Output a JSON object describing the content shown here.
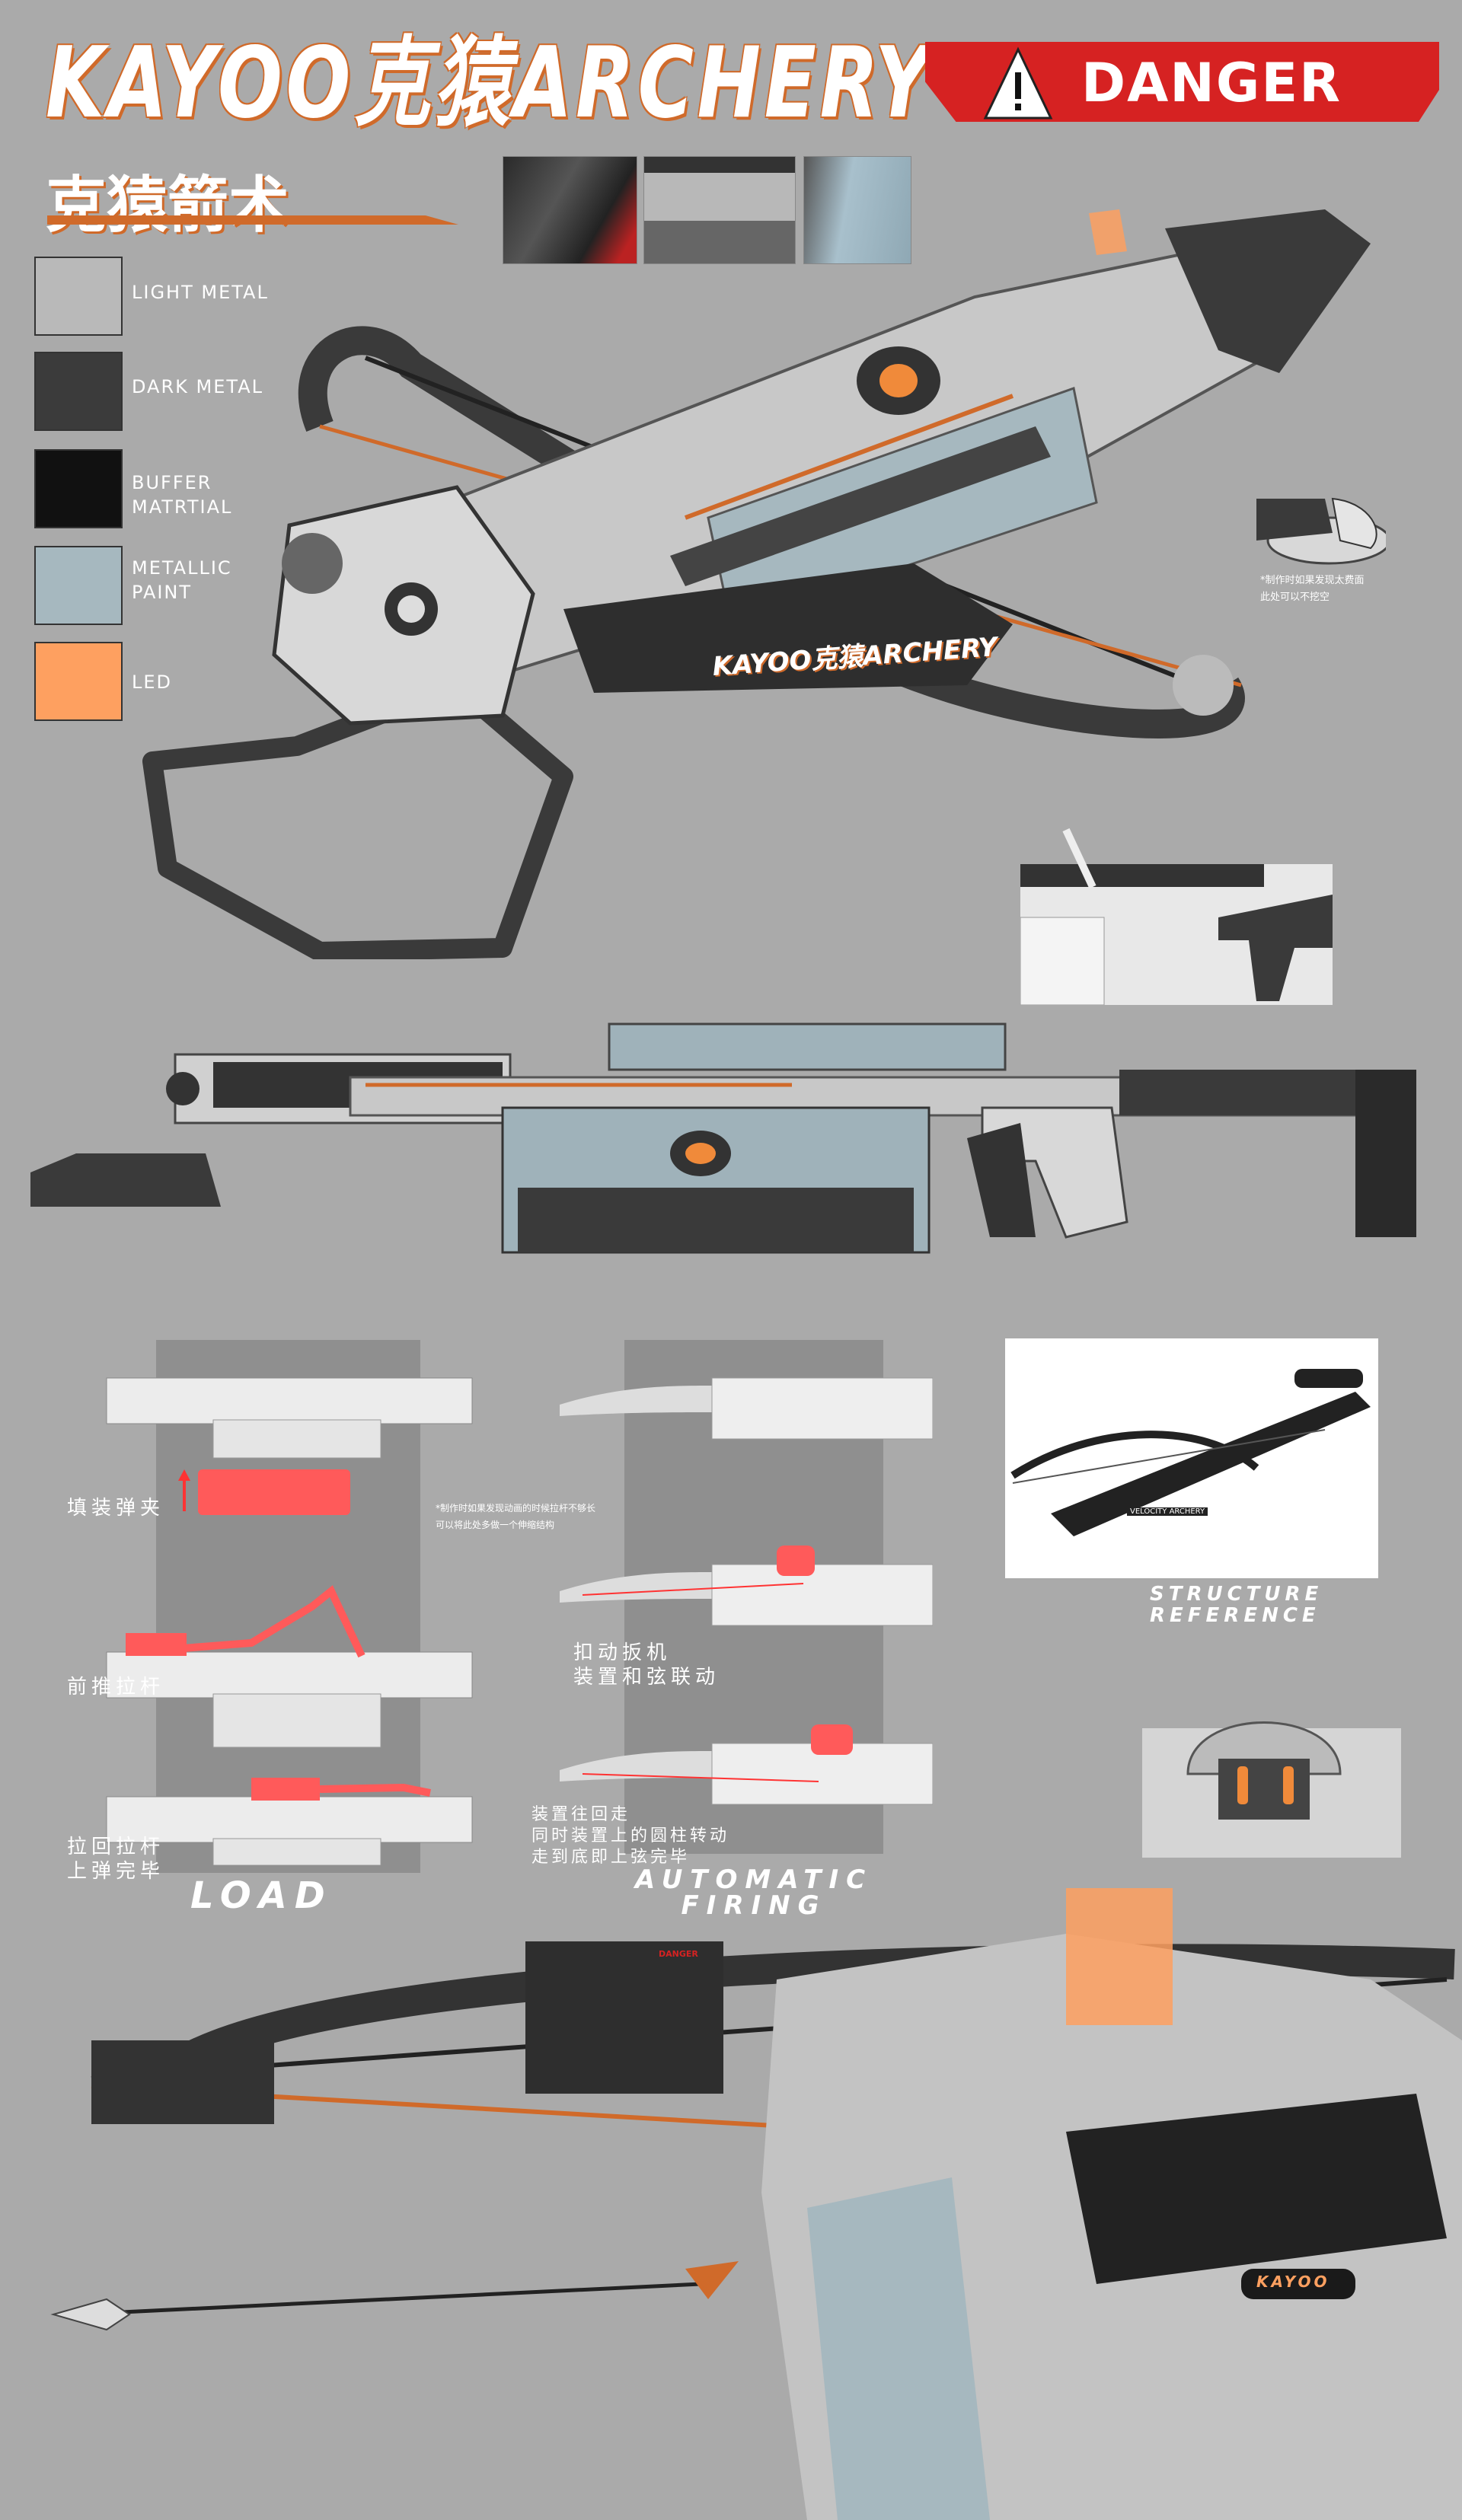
{
  "header": {
    "title": "KAYOO克猿ARCHERY",
    "danger_badge": "DANGER",
    "subtitle": "克猿箭术"
  },
  "colors": {
    "background": "#aaaaaa",
    "accent_orange": "#d06a2a",
    "danger_red": "#d62222",
    "mechanism_red": "#ff5a5a"
  },
  "materials": [
    {
      "label": "LIGHT METAL",
      "color": "#b9b9b9"
    },
    {
      "label": "DARK METAL",
      "color": "#3b3b3b"
    },
    {
      "label": "BUFFER MATRTIAL",
      "color": "#111111"
    },
    {
      "label": "METALLIC PAINT",
      "color": "#a6b8bf"
    },
    {
      "label": "LED",
      "color": "#fea060"
    }
  ],
  "main_render": {
    "brand_mark": "KAYOO克猿ARCHERY"
  },
  "detail_note": {
    "line1": "*制作时如果发现太费面",
    "line2": "此处可以不挖空"
  },
  "load": {
    "step1": "填装弹夹",
    "step2": "前推拉杆",
    "step3_line1": "拉回拉杆",
    "step3_line2": "上弹完毕",
    "note_line1": "*制作时如果发现动画的时候拉杆不够长",
    "note_line2": "可以将此处多做一个伸缩结构",
    "heading": "LOAD"
  },
  "firing": {
    "step1_line1": "扣动扳机",
    "step1_line2": "装置和弦联动",
    "step2_line1": "装置往回走",
    "step2_line2": "同时装置上的圆柱转动",
    "step2_line3": "走到底即上弦完毕",
    "heading_line1": "AUTOMATIC",
    "heading_line2": "FIRING"
  },
  "reference": {
    "photo_brand": "VELOCITY ARCHERY",
    "label_line1": "STRUCTURE",
    "label_line2": "REFERENCE"
  },
  "closeup": {
    "danger_tag": "DANGER",
    "led_mark": "KAYOO"
  }
}
